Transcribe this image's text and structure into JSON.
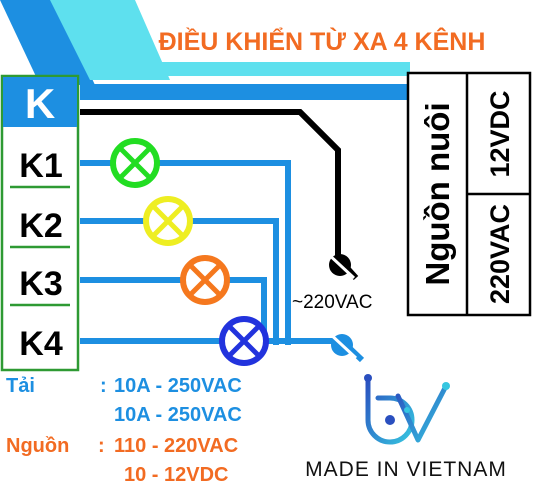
{
  "header": {
    "title": "ĐIỀU KHIỂN TỪ XA 4 KÊNH"
  },
  "controller": {
    "common_label": "K",
    "channels": [
      "K1",
      "K2",
      "K3",
      "K4"
    ]
  },
  "power": {
    "title": "Nguồn nuôi",
    "option_dc": "12VDC",
    "option_ac": "220VAC"
  },
  "line_label": "~220VAC",
  "specs": {
    "load_label": "Tải",
    "load_sep": ":",
    "load_values": [
      "10A - 250VAC",
      "10A - 250VAC"
    ],
    "source_label": "Nguồn",
    "source_sep": ":",
    "source_values": [
      "110 - 220VAC",
      "10 - 12VDC"
    ]
  },
  "brand": {
    "tagline": "MADE IN VIETNAM"
  },
  "colors": {
    "title": "#f26b22",
    "stripe_dark": "#1d8fe1",
    "stripe_light": "#5ee0ee",
    "wire": "#1d8fe1",
    "common_wire": "#000000",
    "box_border": "#2e9a33",
    "k_box": "#1d8fe1",
    "lamp1": "#22dd22",
    "lamp2": "#eeee22",
    "lamp3": "#f5781e",
    "lamp4": "#2233dd",
    "spec_load": "#1d8fe1",
    "spec_source": "#f26b22",
    "brand_gradient": [
      "#2a4fbf",
      "#36c6e0"
    ]
  },
  "icons": {
    "lamps": [
      "lamp-icon",
      "lamp-icon",
      "lamp-icon",
      "lamp-icon"
    ],
    "terminals": [
      "terminal-ac-icon",
      "terminal-neutral-icon"
    ],
    "logo": "bv-logo-icon"
  }
}
